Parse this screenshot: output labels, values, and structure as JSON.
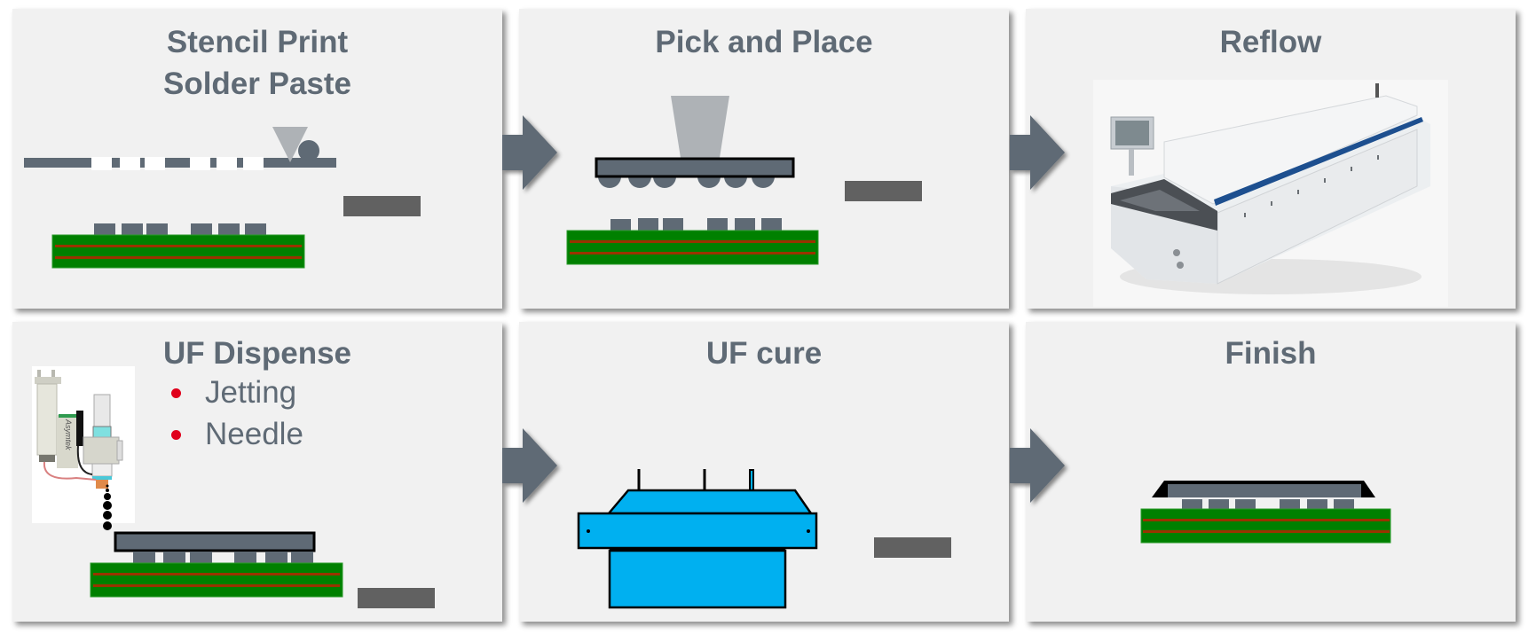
{
  "diagram": {
    "title": "Flip-chip SMT assembly process flow",
    "colors": {
      "panel_bg": "#f1f1f1",
      "text": "#5f6a75",
      "arrow": "#5f6a75",
      "bullet": "#e0001b",
      "substrate": "#008000",
      "trace": "#993300",
      "die": "#5f6a75",
      "nozzle": "#aeb2b6",
      "cure_oven": "#00b0f0",
      "label_bar": "#616161"
    },
    "steps": [
      {
        "id": "stencil-print",
        "title_line1": "Stencil Print",
        "title_line2": "Solder Paste"
      },
      {
        "id": "pick-and-place",
        "title": "Pick and Place"
      },
      {
        "id": "reflow",
        "title": "Reflow",
        "image": "reflow-oven-photo"
      },
      {
        "id": "uf-dispense",
        "title": "UF Dispense",
        "bullets": [
          "Jetting",
          "Needle"
        ],
        "image": "jet-dispenser-photo",
        "image_label": "Asymtek"
      },
      {
        "id": "uf-cure",
        "title": "UF cure"
      },
      {
        "id": "finish",
        "title": "Finish"
      }
    ],
    "arrows": [
      {
        "from": "stencil-print",
        "to": "pick-and-place"
      },
      {
        "from": "pick-and-place",
        "to": "reflow"
      },
      {
        "from": "uf-dispense",
        "to": "uf-cure"
      },
      {
        "from": "uf-cure",
        "to": "finish"
      }
    ]
  }
}
